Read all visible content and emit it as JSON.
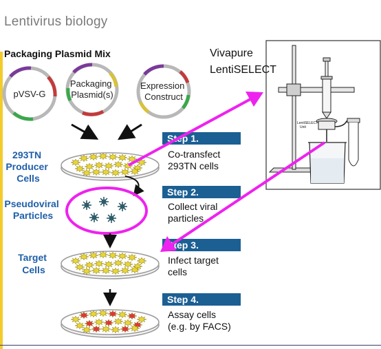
{
  "page": {
    "title": "Lentivirus biology"
  },
  "packaging": {
    "title": "Packaging Plasmid Mix",
    "plasmids": [
      {
        "lines": [
          "pVSV-G"
        ]
      },
      {
        "lines": [
          "Packaging",
          "Plasmid(s)"
        ]
      },
      {
        "lines": [
          "Expression",
          "Construct"
        ]
      }
    ]
  },
  "cell_labels": [
    {
      "lines": [
        "293TN",
        "Producer",
        "Cells"
      ]
    },
    {
      "lines": [
        "Pseudoviral",
        "Particles"
      ]
    },
    {
      "lines": [
        "Target",
        "Cells"
      ]
    }
  ],
  "steps": [
    {
      "badge": "Step 1.",
      "lines": [
        "Co-transfect",
        "293TN cells"
      ]
    },
    {
      "badge": "Step 2.",
      "lines": [
        "Collect viral",
        "particles"
      ]
    },
    {
      "badge": "Step 3.",
      "lines": [
        "Infect target",
        "cells"
      ]
    },
    {
      "badge": "Step 4.",
      "lines": [
        "Assay cells",
        "(e.g. by FACS)"
      ]
    }
  ],
  "apparatus": {
    "label_lines": [
      "Vivapure",
      "LentiSELECT"
    ],
    "unit_label": [
      "LentiSELECT",
      "Unit"
    ]
  },
  "colors": {
    "cell_label": "#1f5ea8",
    "step_badge": "#1b5f93",
    "highlight": "#ee22ee",
    "cell_yellow": "#e8d53a",
    "cell_red": "#e0363a",
    "particle": "#2f5b6a",
    "left_bar": "#f2cb2c"
  }
}
